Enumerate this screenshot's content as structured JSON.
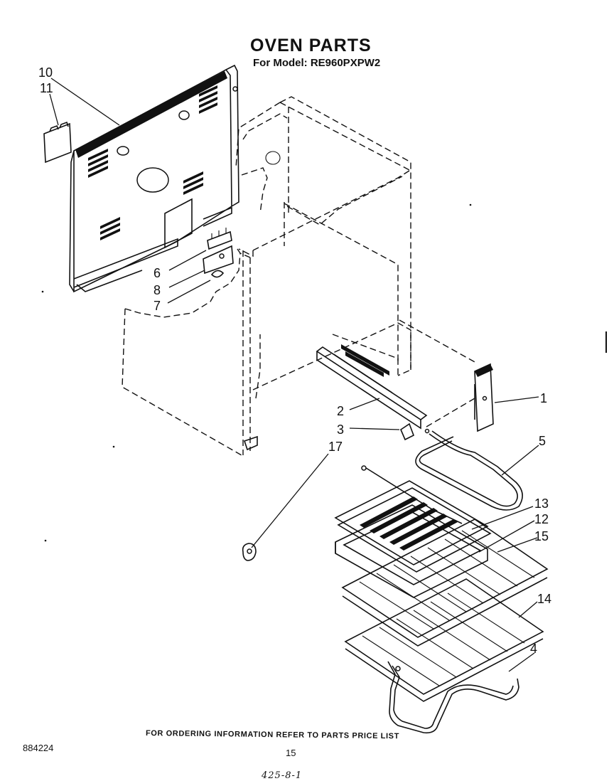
{
  "header": {
    "title": "OVEN PARTS",
    "model_line": "For Model: RE960PXPW2"
  },
  "callouts": [
    "10",
    "11",
    "6",
    "8",
    "7",
    "1",
    "2",
    "3",
    "17",
    "5",
    "13",
    "12",
    "15",
    "14",
    "4"
  ],
  "footer": {
    "ordering_note": "FOR ORDERING INFORMATION REFER TO PARTS PRICE LIST",
    "doc_number": "884224",
    "page_number": "15",
    "handwritten_note": "425-8-1"
  }
}
